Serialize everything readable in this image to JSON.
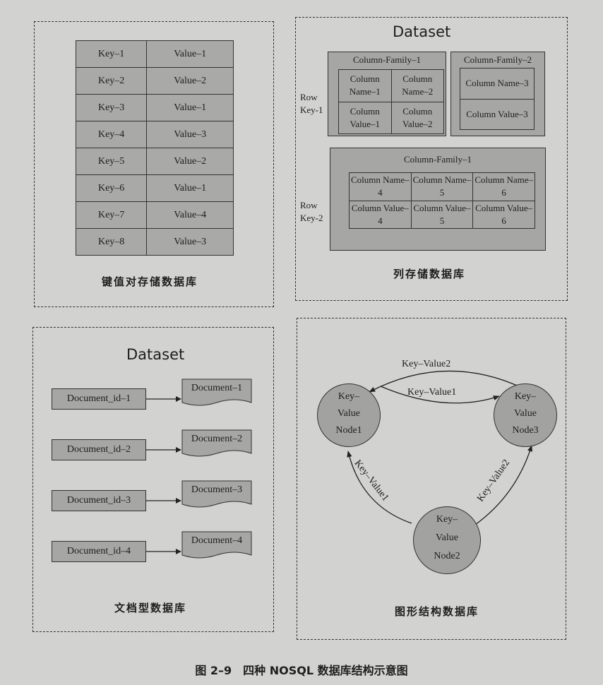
{
  "kv_store": {
    "rows": [
      {
        "key": "Key–1",
        "value": "Value–1"
      },
      {
        "key": "Key–2",
        "value": "Value–2"
      },
      {
        "key": "Key–3",
        "value": "Value–1"
      },
      {
        "key": "Key–4",
        "value": "Value–3"
      },
      {
        "key": "Key–5",
        "value": "Value–2"
      },
      {
        "key": "Key–6",
        "value": "Value–1"
      },
      {
        "key": "Key–7",
        "value": "Value–4"
      },
      {
        "key": "Key–8",
        "value": "Value–3"
      }
    ],
    "caption": "键值对存储数据库"
  },
  "column_store": {
    "title": "Dataset",
    "row1": {
      "label_line1": "Row",
      "label_line2": "Key-1",
      "family1": {
        "label": "Column-Family–1",
        "cells": [
          [
            "Column Name–1",
            "Column Name–2"
          ],
          [
            "Column Value–1",
            "Column Value–2"
          ]
        ]
      },
      "family2": {
        "label": "Column-Family–2",
        "cells": [
          [
            "Column Name–3"
          ],
          [
            "Column Value–3"
          ]
        ]
      }
    },
    "row2": {
      "label_line1": "Row",
      "label_line2": "Key-2",
      "family1": {
        "label": "Column-Family–1",
        "cells": [
          [
            "Column Name–4",
            "Column Name–5",
            "Column Name–6"
          ],
          [
            "Column Value–4",
            "Column Value–5",
            "Column Value–6"
          ]
        ]
      }
    },
    "caption": "列存储数据库"
  },
  "document_store": {
    "title": "Dataset",
    "items": [
      {
        "id": "Document_id–1",
        "doc": "Document–1"
      },
      {
        "id": "Document_id–2",
        "doc": "Document–2"
      },
      {
        "id": "Document_id–3",
        "doc": "Document–3"
      },
      {
        "id": "Document_id–4",
        "doc": "Document–4"
      }
    ],
    "caption": "文档型数据库"
  },
  "graph_store": {
    "nodes": [
      {
        "line1": "Key–",
        "line2": "Value",
        "line3": "Node1"
      },
      {
        "line1": "Key–",
        "line2": "Value",
        "line3": "Node3"
      },
      {
        "line1": "Key–",
        "line2": "Value",
        "line3": "Node2"
      }
    ],
    "edges": [
      "Key–Value2",
      "Key–Value1",
      "Key–Value1",
      "Key–Value2"
    ],
    "caption": "图形结构数据库"
  },
  "figure_caption": "图 2–9　四种 NOSQL 数据库结构示意图"
}
